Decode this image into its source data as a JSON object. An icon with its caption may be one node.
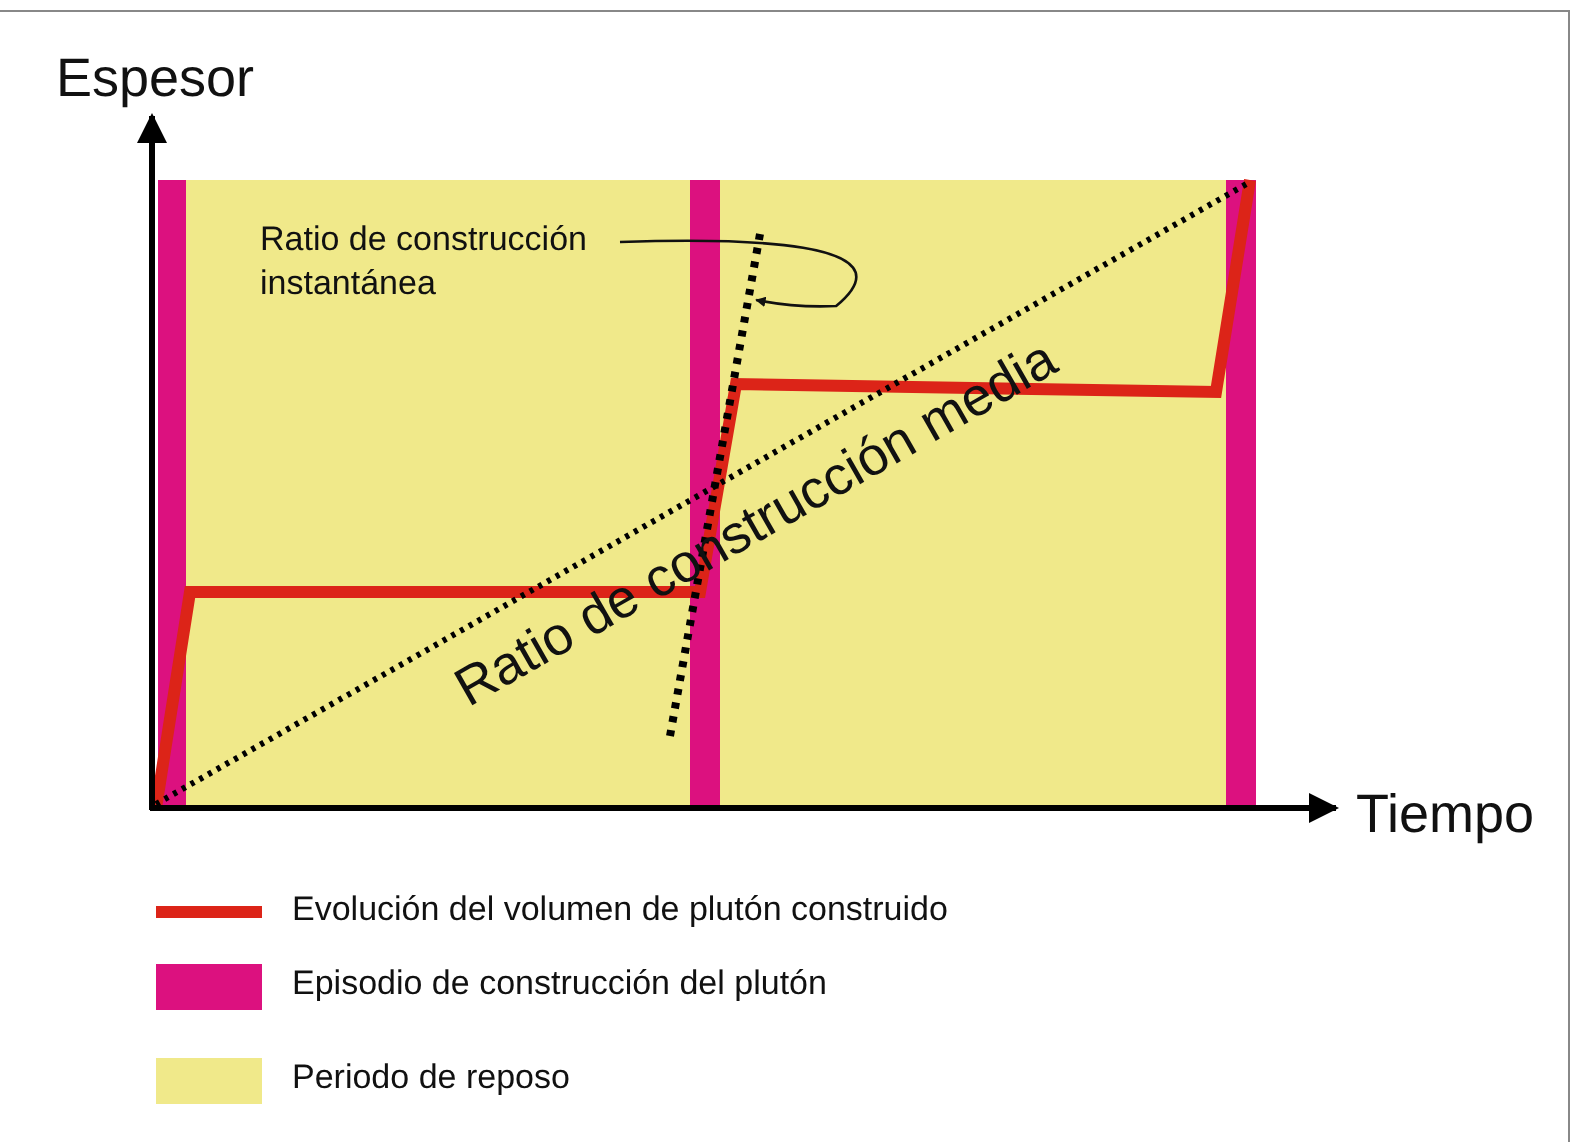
{
  "diagram": {
    "nodes": [
      {
        "text": [
          "Ratio de construcción instantánea"
        ]
      },
      {
        "text": [],
        "shape": "line"
      }
    ],
    "edges": [
      {
        "from": 0,
        "to": 1,
        "arrow": "to"
      }
    ],
    "labels": [
      "Espesor",
      "Ratio de construcción media",
      "Tiempo"
    ],
    "legend": [
      {
        "text": "Evolución del volumen de plutón construido"
      },
      {
        "text": "Episodio de construcción del plutón",
        "color": "#dc117f"
      },
      {
        "text": "Periodo de reposo",
        "color": "#f0e98a"
      }
    ]
  }
}
